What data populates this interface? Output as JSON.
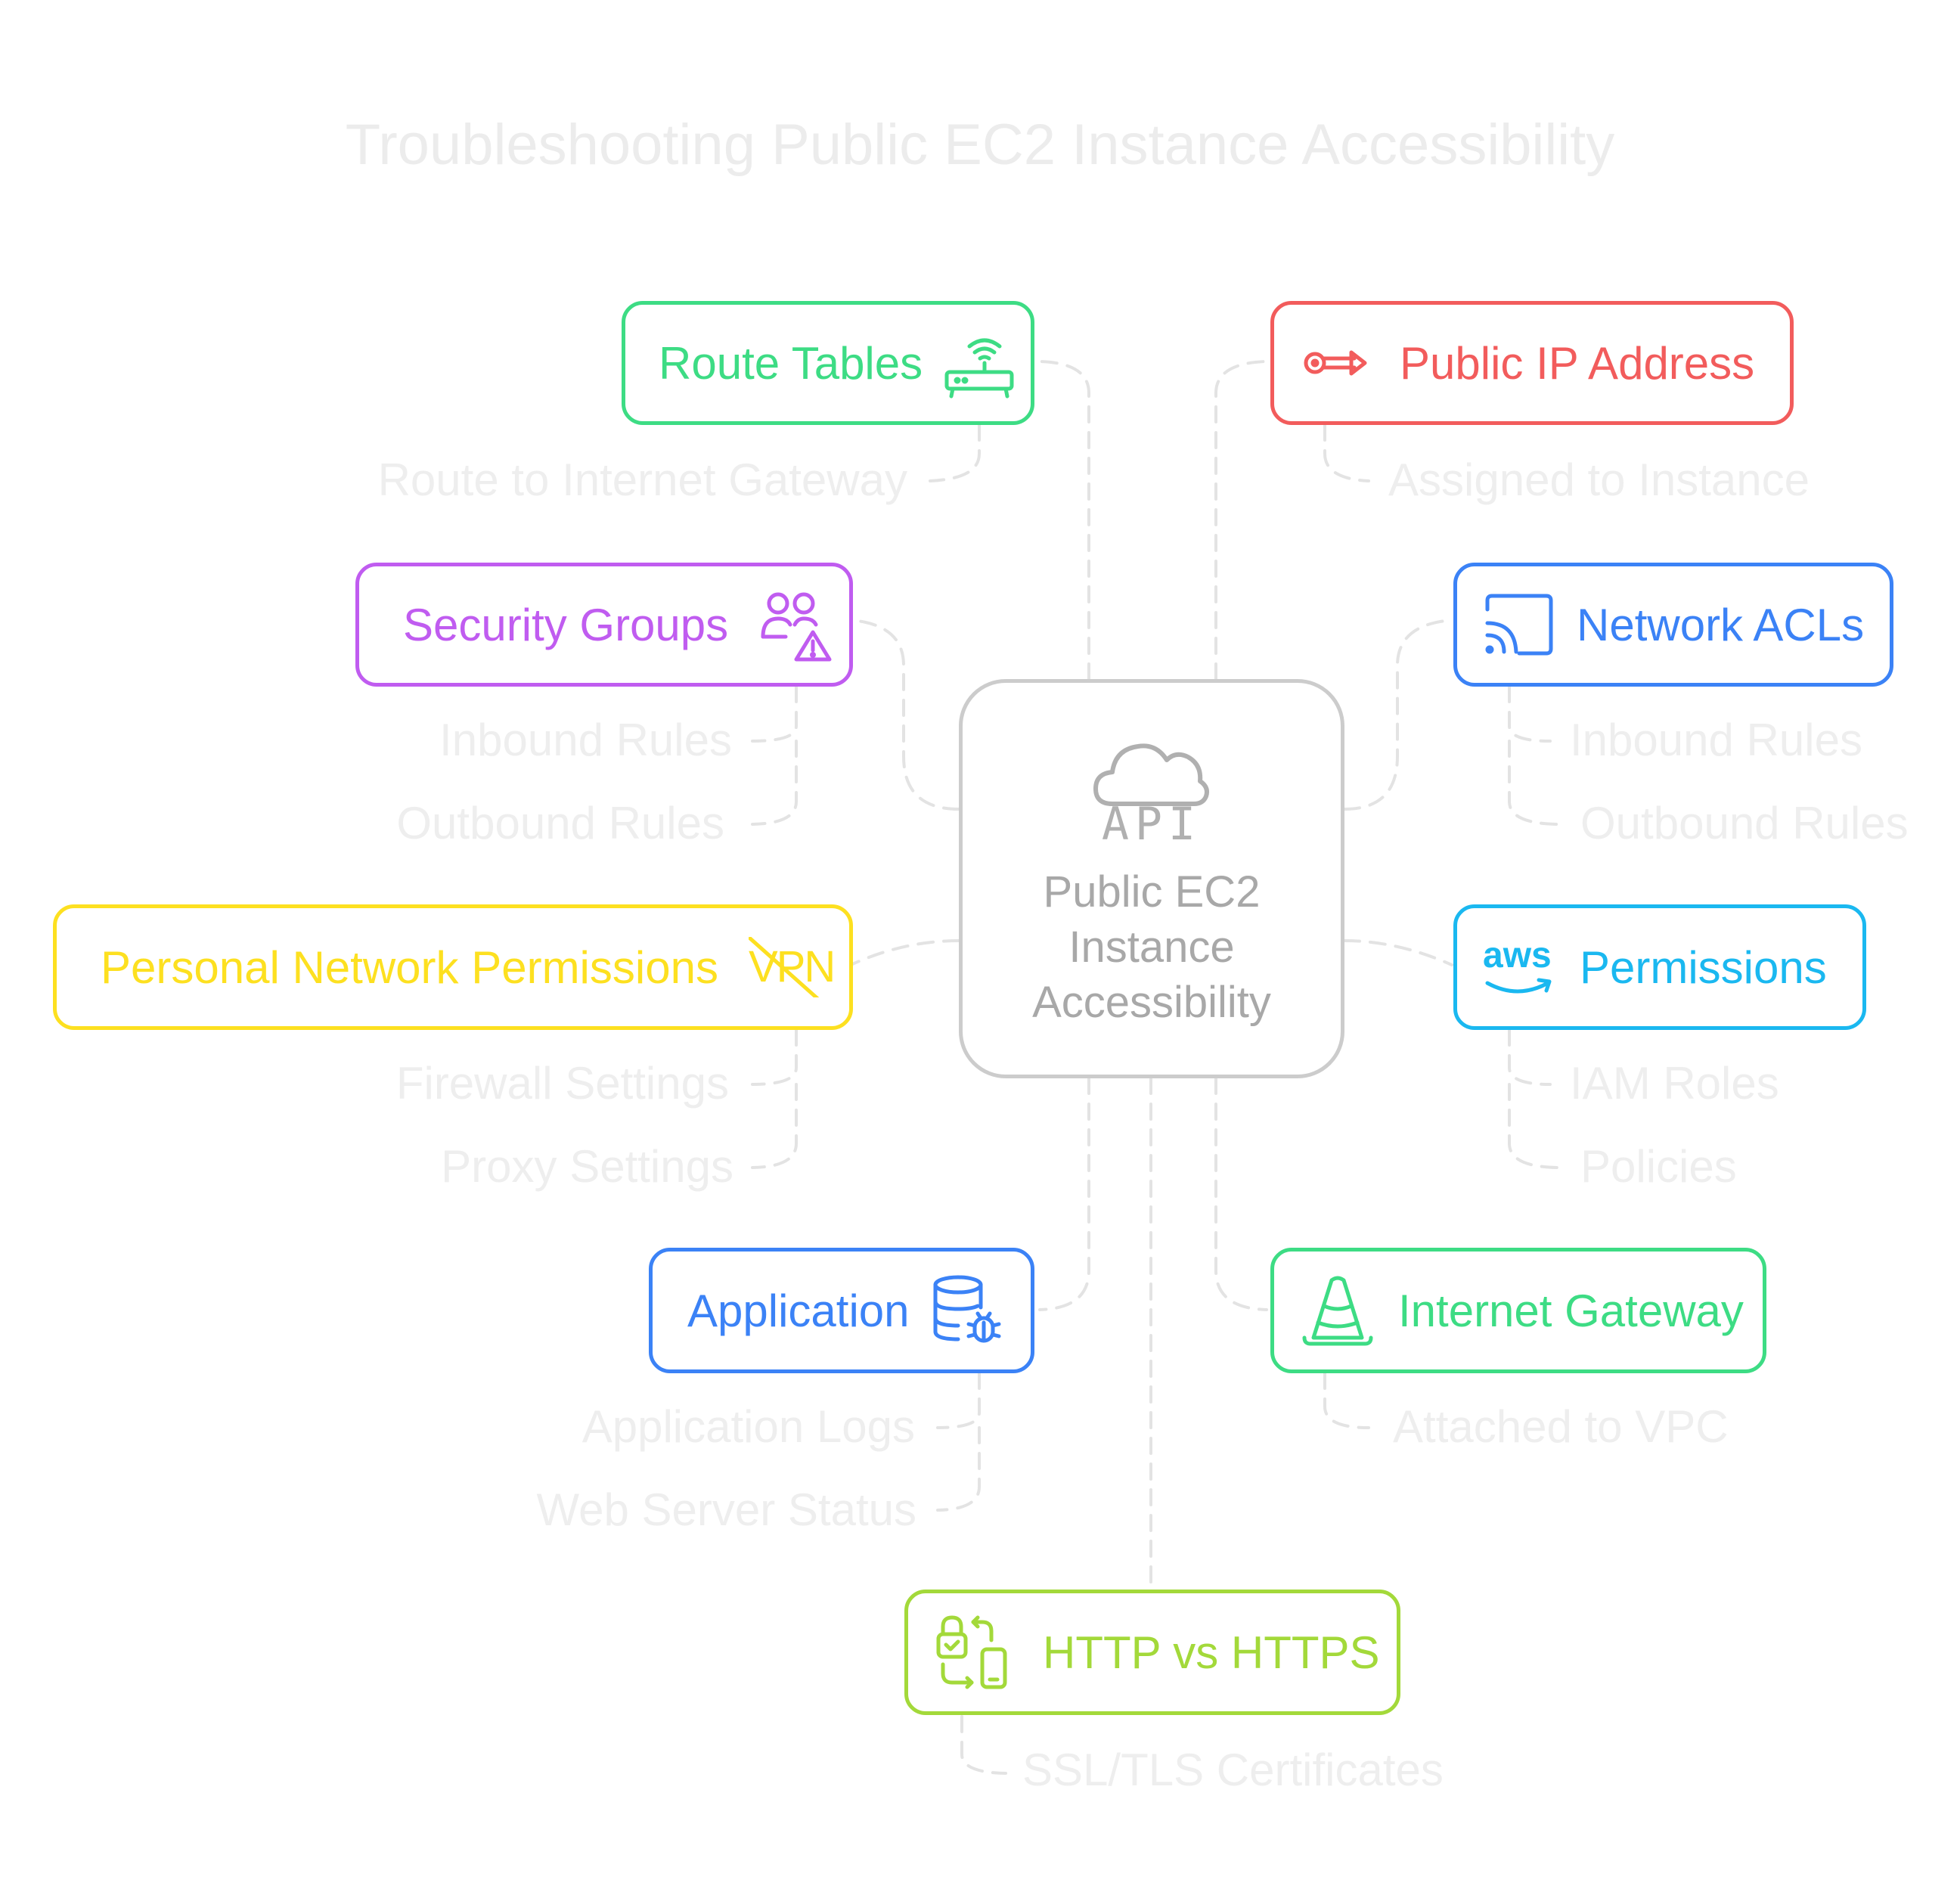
{
  "title": "Troubleshooting Public EC2 Instance Accessibility",
  "center": {
    "icon": "cloud-api-icon",
    "api_label": "API",
    "caption_lines": [
      "Public EC2",
      "Instance",
      "Accessibility"
    ]
  },
  "nodes": {
    "route_tables": {
      "label": "Route Tables",
      "icon": "wifi-router-icon",
      "color": "#3ddc84",
      "subs": [
        "Route to Internet Gateway"
      ]
    },
    "public_ip": {
      "label": "Public IP Address",
      "icon": "key-arrow-icon",
      "color": "#f25c5c",
      "subs": [
        "Assigned to Instance"
      ]
    },
    "security_groups": {
      "label": "Security Groups",
      "icon": "users-warning-icon",
      "color": "#c05cf0",
      "subs": [
        "Inbound Rules",
        "Outbound Rules"
      ]
    },
    "network_acls": {
      "label": "Network ACLs",
      "icon": "cast-screen-icon",
      "color": "#3b82f6",
      "subs": [
        "Inbound Rules",
        "Outbound Rules"
      ]
    },
    "personal_network": {
      "label": "Personal Network Permissions",
      "icon": "vpn-off-icon",
      "icon_text": "VPN",
      "color": "#fde020",
      "subs": [
        "Firewall Settings",
        "Proxy Settings"
      ]
    },
    "permissions": {
      "label": "Permissions",
      "icon": "aws-logo-icon",
      "icon_text": "aws",
      "color": "#1ab8f0",
      "subs": [
        "IAM Roles",
        "Policies"
      ]
    },
    "application": {
      "label": "Application",
      "icon": "database-bug-icon",
      "color": "#3b82f6",
      "subs": [
        "Application Logs",
        "Web Server Status"
      ]
    },
    "internet_gateway": {
      "label": "Internet Gateway",
      "icon": "traffic-cone-icon",
      "color": "#3ddc84",
      "subs": [
        "Attached to VPC"
      ]
    },
    "http_https": {
      "label": "HTTP vs HTTPS",
      "icon": "lock-phone-sync-icon",
      "color": "#a3d93a",
      "subs": [
        "SSL/TLS Certificates"
      ]
    }
  },
  "connector_color": "#e6e6e6"
}
